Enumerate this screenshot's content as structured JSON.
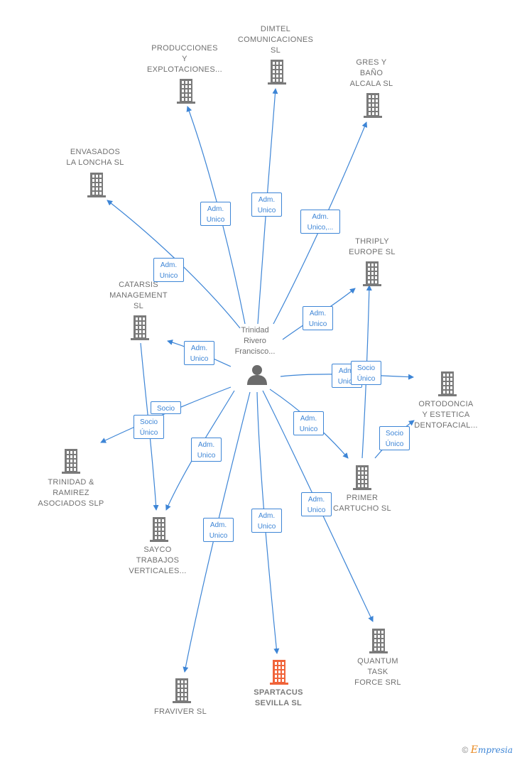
{
  "center": {
    "name": "Trinidad\nRivero\nFrancisco..."
  },
  "nodes": {
    "producciones": {
      "name": "PRODUCCIONES\nY\nEXPLOTACIONES..."
    },
    "dimtel": {
      "name": "DIMTEL\nCOMUNICACIONES\nSL"
    },
    "gres": {
      "name": "GRES Y\nBAÑO\nALCALA SL"
    },
    "envasados": {
      "name": "ENVASADOS\nLA LONCHA  SL"
    },
    "catarsis": {
      "name": "CATARSIS\nMANAGEMENT\nSL"
    },
    "thriply": {
      "name": "THRIPLY\nEUROPE  SL"
    },
    "ortodoncia": {
      "name": "ORTODONCIA\nY ESTETICA\nDENTOFACIAL..."
    },
    "trinidad_ramirez": {
      "name": "TRINIDAD &\nRAMIREZ\nASOCIADOS SLP"
    },
    "primer_cartucho": {
      "name": "PRIMER\nCARTUCHO  SL"
    },
    "sayco": {
      "name": "SAYCO\nTRABAJOS\nVERTICALES..."
    },
    "quantum": {
      "name": "QUANTUM\nTASK\nFORCE SRL"
    },
    "spartacus": {
      "name": "SPARTACUS\nSEVILLA  SL"
    },
    "fraviver": {
      "name": "FRAVIVER SL"
    }
  },
  "edges": {
    "producciones": "Adm.\nUnico",
    "dimtel": "Adm.\nUnico",
    "gres": "Adm.\nUnico,...",
    "envasados": "Adm.\nUnico",
    "catarsis": "Adm.\nUnico",
    "thriply": "Adm.\nUnico",
    "ortodoncia": "Adm.\nUnico",
    "trinidad_ramirez": "Socio",
    "sayco_socio": "Socio\nÚnico",
    "sayco": "Adm.\nUnico",
    "primer_cartucho": "Adm.\nUnico",
    "quantum": "Adm.\nUnico",
    "spartacus": "Adm.\nUnico",
    "fraviver": "Adm.\nUnico",
    "cartucho_thriply": "Socio\nÚnico",
    "cartucho_ortodoncia": "Socio\nÚnico"
  },
  "colors": {
    "edge": "#3d85d6",
    "building": "#7a7a7a",
    "highlight": "#f0643a",
    "person": "#6b6b6b"
  },
  "brand": {
    "copyright": "©",
    "e": "E",
    "rest": "mpresia"
  }
}
